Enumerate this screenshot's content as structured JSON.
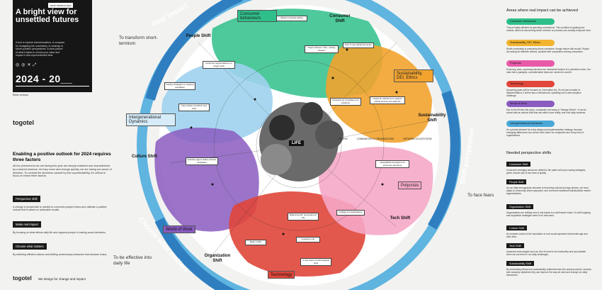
{
  "poster": {
    "tag": "next horizon tool",
    "title": "A bright view for unsettled futures",
    "description": "A tool to explore transformations. A compass for navigating the uncertainty. A roadmap to future-positive perspectives. A clear picture of what it takes to unlock your value and impact in this unprecedented time.",
    "year": "2024 - 20__",
    "beta": "Beta version"
  },
  "brand": {
    "logo": "togotel",
    "tagline": "We design for change and impact"
  },
  "left": {
    "heading": "Enabling a positive outlook for 2024 requires three factors",
    "intro": "All the phenomena we are facing this year are deeply entwined and characterized by a shared essence. As they move and change quickly, we are losing our sense of direction. To combat the dizziness caused by this unpredictability, it's critical to focus on these three factors.",
    "factors": [
      {
        "label": "Perspective shift",
        "desc": "A change in perspective is needed to overcome people's fears and cultivate a positive outlook that is based on actionable results."
      },
      {
        "label": "Make real impact",
        "desc": "By focusing on what affects daily life and supports people in making sound decisions."
      },
      {
        "label": "Choose what matters",
        "desc": "By selecting effective actions and shifting unnecessary measures that increase chaos."
      }
    ]
  },
  "ring": {
    "real_impact": "Real impact",
    "choose_matters": "Choose what matters",
    "shift_perspective": "Shift perspective",
    "transform": "To transform short-termism",
    "effective": "To be effective into daily life",
    "face_fears": "To face fears"
  },
  "center": "LIFE",
  "legend": {
    "people": "PEOPLE",
    "communities": "COMMUNITIES & ORGANIZATIONS",
    "networks": "NETWORK & ECOSYSTEM"
  },
  "shifts": {
    "people": "People Shift",
    "consumer": "Consumer Shift",
    "sustainability": "Sustainability Shift",
    "culture": "Culture Shift",
    "organization": "Organization Shift",
    "tech": "Tech Shift"
  },
  "areas": {
    "consumer_behaviours": "Consumer behaviours",
    "sustainability_dei": "Sustainability, DEI, Ethics",
    "intergenerational": "Intergenerational Dynamics",
    "world_of_work": "World of Work",
    "technology": "Technology",
    "polycrisis": "Polycrisis"
  },
  "bubbles": [
    "Mission-oriented selling",
    "Green choices = life + saving choices",
    "How to see advanced power",
    "Customer segmentations no longer work",
    "Coping strategies on ongoing population",
    "New culture to build & new work",
    "Inclusive age & culture diverse workplace",
    "Greed for rethink for to support ethical choices into daily life",
    "Inclusivity as a backbone for solutions",
    "Geopolitical innovation's & economic sanctions",
    "Intelligent AI applications",
    "Better cOPs",
    "Customer Life",
    "A new wave of technological tools",
    "Balancing AR, Generative AI Life"
  ],
  "right": {
    "areas_heading": "Areas where real impact can be achieved",
    "areas": [
      {
        "label": "Consumer behaviours",
        "color": "#2fbf8a",
        "desc": "They're highly affected by spending contractions. This condition is igniting new models, aimed at discovering which services or products can actually empower lives."
      },
      {
        "label": "Sustainability, DEI, Ethics",
        "color": "#f2b32e",
        "desc": "Worth uncertainty is pressuring those narratives, though they're still crucial. People are asking for effective actions, possible with cooperation among companies."
      },
      {
        "label": "Polycrisis",
        "color": "#e85aa8",
        "desc": "Economy, wars, upcoming elections are intertwined factors of a persistent crisis. Our main risk is paralysis, and alternative ideas are needed to avoid it."
      },
      {
        "label": "Technology",
        "color": "#e0463a",
        "desc": "Upcoming years will be focused on Generative AIs. It's not just a matter of implementation, it will be also a behavioural, upskilling and a wise adoption challenge."
      },
      {
        "label": "World of Work",
        "color": "#8a5cc0",
        "desc": "Due to the thinner last years, companies are facing a \"Strange Wheel\". It can be solved with an actions shift that can affect close reality, and hold daily business."
      },
      {
        "label": "Intergenerational Dynamics",
        "color": "#4aa8d8",
        "desc": "It's a pivotal element for every design and implementation strategy, because emerging differences can unlock fresh vision for companies and every kind of organizations."
      }
    ],
    "needs_heading": "Needed perspective shifts",
    "needs": [
      {
        "label": "Consumer Shift",
        "desc": "Consumer emerging needs are related to life paths built upon saving strategies, green choices and a new idea of quality."
      },
      {
        "label": "People Shift",
        "desc": "As our daily demographic structure is becoming cultural and age-diverse, we must adapt to community-driven approach, and overcome traditional individualistic market segmentations."
      },
      {
        "label": "Organization Shift",
        "desc": "Organizations are shifting from a role-based to a skill-based model. So skill mapping and acquisition strategies need to be refocused."
      },
      {
        "label": "Culture Shift",
        "desc": "An inclusive culture is the foundation of new social dynamics that breaks age and ethic silos."
      },
      {
        "label": "Tech Shift",
        "desc": "Advanced technologies such as Gen AI need to be trustworthy and accountable when we use them in our daily challenges."
      },
      {
        "label": "Sustainability Shift",
        "desc": "By embedding ethical and sustainability-related themes into actual products, services and company objectives they can improve the way we work and change our daily behaviours."
      }
    ]
  },
  "colors": {
    "dark": "#161616",
    "ring_blue": "#2f7fc0",
    "ring_light": "#5fb4e0",
    "green": "#2fbf8a",
    "orange": "#f2a32e",
    "purple": "#8a5cc0",
    "red": "#e0463a",
    "pink": "#e85aa8",
    "blue": "#4aa8d8"
  }
}
